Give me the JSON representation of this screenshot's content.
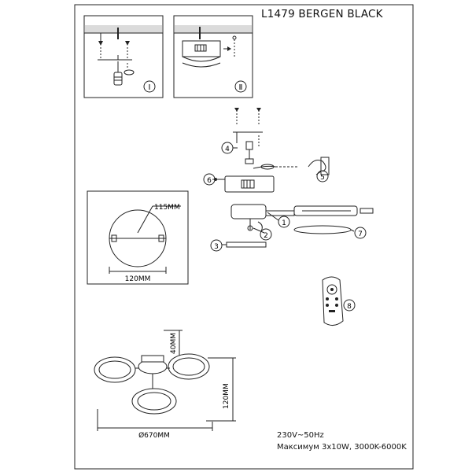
{
  "title": "L1479 BERGEN BLACK",
  "steps": {
    "step1": "Ⅰ",
    "step2": "Ⅱ"
  },
  "callouts": [
    "1",
    "2",
    "3",
    "4",
    "5",
    "6",
    "7",
    "8"
  ],
  "mounting_detail": {
    "offset": "115MM",
    "width": "120MM"
  },
  "dimensions": {
    "height_top": "40MM",
    "height_side": "120MM",
    "diameter": "Ø670MM"
  },
  "specs": {
    "voltage": "230V~50Hz",
    "power": "Максимум 3x10W, 3000K-6000K"
  }
}
